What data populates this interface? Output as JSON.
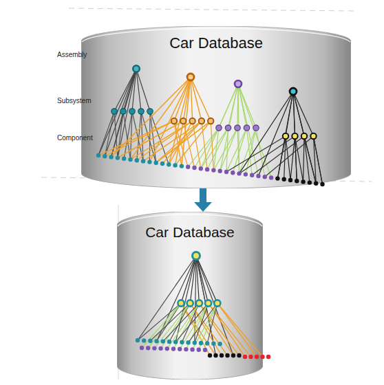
{
  "diagram": {
    "nodes": [
      {
        "text": [
          "Car Database"
        ]
      },
      {
        "text": [
          "Car Database"
        ]
      }
    ],
    "edges": [
      {
        "from": 0,
        "to": 1,
        "arrow": "to"
      }
    ],
    "labels": [
      "Assembly",
      "Subsystem",
      "Component"
    ]
  }
}
